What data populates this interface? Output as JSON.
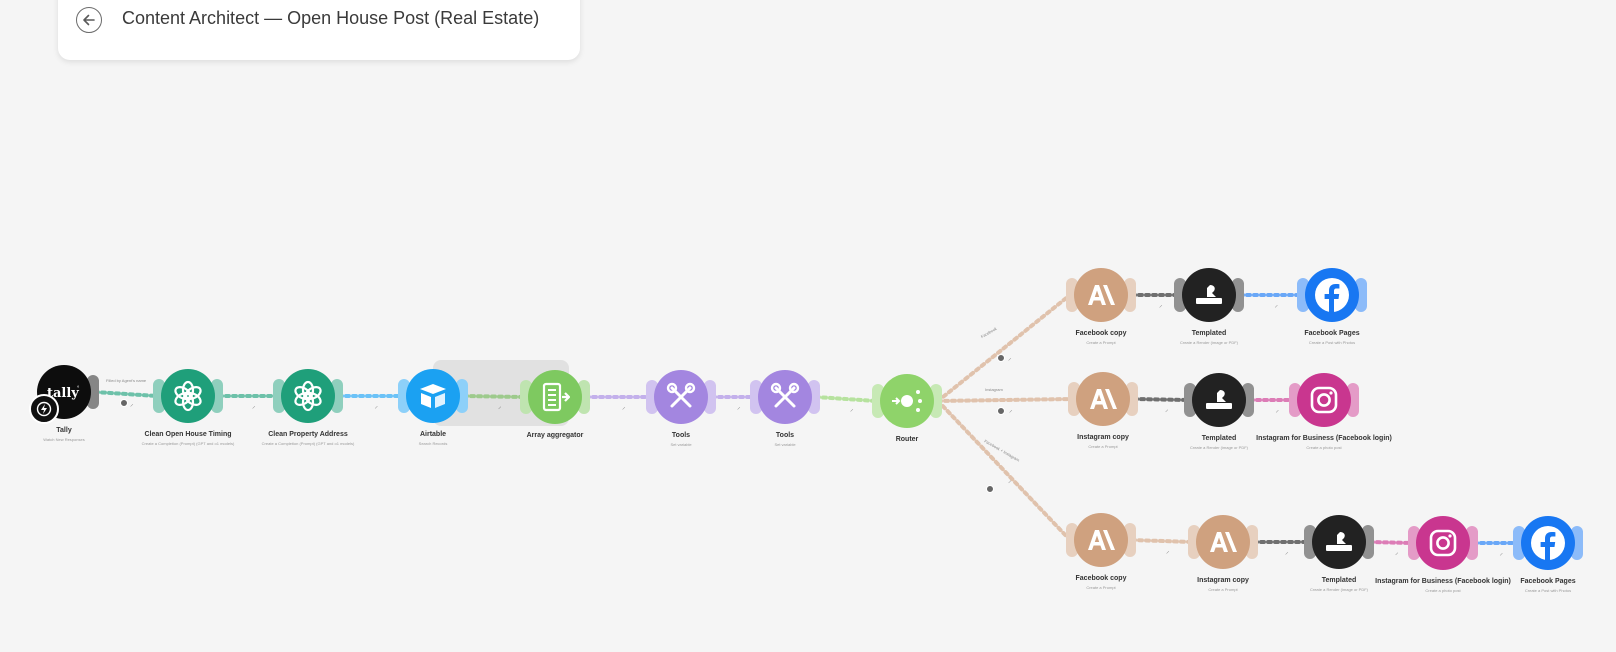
{
  "header": {
    "title": "Content Architect — Open House Post (Real Estate)",
    "back_icon": "back-arrow-icon"
  },
  "colors": {
    "tally": "#0d0d0d",
    "openai": "#1f9f7a",
    "airtable": "#1ba1f2",
    "aggregator": "#7ec960",
    "tools": "#a386e0",
    "router": "#8fd36a",
    "anthropic": "#cfa17f",
    "templated": "#222222",
    "facebook": "#1877f2",
    "instagram": "#c9368f",
    "background": "#f5f5f5"
  },
  "nodes": {
    "tally": {
      "label": "Tally",
      "sub": "Watch New Responses",
      "badge_icon": "lightning-icon"
    },
    "clean_timing": {
      "label": "Clean Open House Timing",
      "sub": "Create a Completion (Prompt) (GPT and o1 models)"
    },
    "clean_address": {
      "label": "Clean Property Address",
      "sub": "Create a Completion (Prompt) (GPT and o1 models)"
    },
    "airtable": {
      "label": "Airtable",
      "sub": "Search Records"
    },
    "aggregator": {
      "label": "Array aggregator",
      "sub": ""
    },
    "tools1": {
      "label": "Tools",
      "sub": "Set variable"
    },
    "tools2": {
      "label": "Tools",
      "sub": "Set variable"
    },
    "router": {
      "label": "Router",
      "sub": ""
    },
    "fb_copy_1": {
      "label": "Facebook copy",
      "sub": "Create a Prompt"
    },
    "templated_1": {
      "label": "Templated",
      "sub": "Create a Render (image or PDF)"
    },
    "fb_pages_1": {
      "label": "Facebook Pages",
      "sub": "Create a Post with Photos"
    },
    "ig_copy_2": {
      "label": "Instagram copy",
      "sub": "Create a Prompt"
    },
    "templated_2": {
      "label": "Templated",
      "sub": "Create a Render (image or PDF)"
    },
    "ig_business_2": {
      "label": "Instagram for Business (Facebook login)",
      "sub": "Create a photo post"
    },
    "fb_copy_3": {
      "label": "Facebook copy",
      "sub": "Create a Prompt"
    },
    "ig_copy_3": {
      "label": "Instagram copy",
      "sub": "Create a Prompt"
    },
    "templated_3": {
      "label": "Templated",
      "sub": "Create a Render (image or PDF)"
    },
    "ig_business_3": {
      "label": "Instagram for Business (Facebook login)",
      "sub": "Create a photo post"
    },
    "fb_pages_3": {
      "label": "Facebook Pages",
      "sub": "Create a Post with Photos"
    }
  },
  "links": {
    "tally_filter": "Filled by Agent's name",
    "route_1": "Facebook",
    "route_2": "Instagram",
    "route_3": "Facebook + Instagram"
  }
}
